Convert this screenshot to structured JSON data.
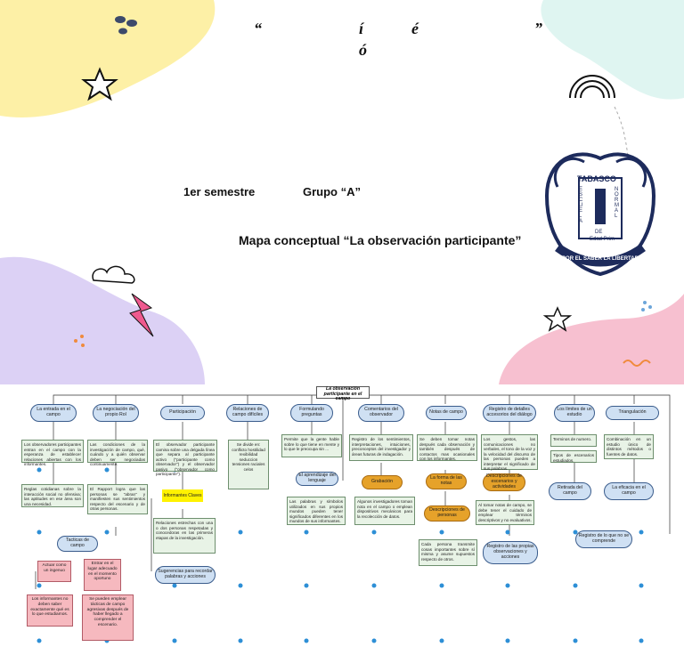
{
  "cover": {
    "quote_open": "“",
    "quote_i": "í",
    "quote_e": "é",
    "quote_close": "”",
    "quote_o": "ó",
    "semester": "1er semestre",
    "group": "Grupo “A”",
    "title": "Mapa conceptual “La observación participante”",
    "logo": {
      "top": "TABASCO",
      "left": "ESCUELA",
      "right": "NORMAL",
      "center": "DE",
      "name": "Edad Prim",
      "motto": "POR EL SABER LA LIBERTAD"
    },
    "colors": {
      "yellow_blob": "#fdf0a6",
      "mint_blob": "#dff5f1",
      "lilac_blob": "#dcd1f5",
      "pink_blob": "#f7c0d0",
      "lightning": "#ef5a8f"
    }
  },
  "map": {
    "center": "La observación participante en el campo",
    "columns": [
      {
        "head": "La entrada en el campo",
        "note": "Los observadores participantes entran en el campo con la esperanza de establecer relaciones abiertas con los informantes.",
        "note2": "Reglas cotidianas sobre la interacción social no ofensiva; las aptitudes en ese área son una necesidad."
      },
      {
        "head": "La negociación del propio Rol",
        "note": "Las condiciones de la investigación de campo, qué, cuándo y a quién observar deben ser negociadas continuamente.",
        "note2": "El Rapport logra que las personas se \"abran\" y manifiesten sus sentimientos respecto del escenario y de otras personas."
      },
      {
        "head": "Participación",
        "note": "El observador participante camina sobre una delgada línea que separa al participante activo (\"participante como observador\") y el observador pasivo (\"observador como participante\")."
      },
      {
        "head": "Relaciones de campo difíciles",
        "note": "Se divide en: conflicto hostilidad rexibilidad seduccion tensiones raciales celos"
      },
      {
        "head": "Formulando preguntas",
        "note": "Permite que la gente hable sobre lo que tiene en mente y lo que le preocupa sin ..."
      },
      {
        "head": "Comentarios del observador",
        "note": "Registro de los sentimientos, interpretaciones, intuiciones, preconceptos del investigador y áreas futuras de indagación."
      },
      {
        "head": "Notas de campo",
        "note": "Se deben tomar notas después cada observación y también después de contactos mas ocasionales con los informantes."
      },
      {
        "head": "Registro de detalles accesorios del diálogo",
        "note": "Los gestos, las comunicaciones no verbales, el tono de la voz y la velocidad del discurso de las personas pueden a interpretar el significado de sus palabras."
      },
      {
        "head": "Los límites de un estudio",
        "note": "Terminos de numero.",
        "note2": "Tipos de escenarios estudiados."
      },
      {
        "head": "Triangulación",
        "note": "Combinación en un estudio único de distintos métodos o fuentes de datos."
      }
    ],
    "tacticas": "Tacticas de campo",
    "tacticas_items": [
      "Actuar como un ingenuo",
      "Entrar en el lugar adecuado en el momento oportuno",
      "Los informantes no deben saber exactamente qué es lo que estudiamos.",
      "Se pueden emplear tácticas de campo agresivas después de haber llegado a comprender el escenario."
    ],
    "informantes": "Informantes Claves",
    "relaciones_note": "Relaciones estrechas con una o dos personas respetadas y conocedoras en las primeras etapas de la investigación.",
    "sugerencias": "Sugerencias para recordar palabras y acciones",
    "lenguaje": "El aprendizaje del lenguaje",
    "lenguaje_note": "Las palabras y símbolos utilizados en sus propios mundos pueden tener significados diferentes en los mundos de sus informantes.",
    "grabacion": "Grabación",
    "grabacion_note": "Algunos investigadores toman nota en el campo o emplean dispositivos mecánicos para la recolección de datos.",
    "forma_notas": "La forma de las notas",
    "desc_personas": "Descripciones de personas",
    "desc_personas_note": "Cada persona transmite cosas importantes sobre sí misma y asume supuestos respecto de otros.",
    "desc_escenarios": "Descripciones de escenarios y actividades",
    "desc_escenarios_note": "Al tomar notas de campo, se debe tener el cuidado de emplear términos descriptivos y no evaluativos.",
    "registro_prop": "Registro de las propias observaciones y acciones",
    "retirada": "Retirada del campo",
    "eficacia": "La eficacia en el campo",
    "registro_no": "Registro de lo que no se comprende"
  }
}
